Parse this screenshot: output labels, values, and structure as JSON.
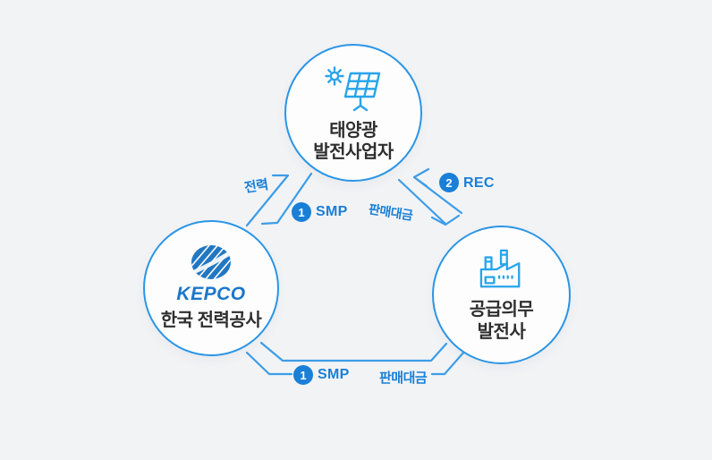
{
  "diagram": {
    "nodes": {
      "solar": {
        "title_line1": "태양광",
        "title_line2": "발전사업자",
        "icon": "solar-panel-icon"
      },
      "kepco": {
        "wordmark": "KEPCO",
        "title": "한국 전력공사",
        "icon": "kepco-logo"
      },
      "obligated": {
        "title_line1": "공급의무",
        "title_line2": "발전사",
        "icon": "factory-icon"
      }
    },
    "edges": {
      "solar_kepco": {
        "power_label": "전력",
        "badge": "1",
        "smp_label": "SMP"
      },
      "solar_obligated": {
        "badge": "2",
        "rec_label": "REC",
        "payment_label": "판매대금"
      },
      "kepco_obligated": {
        "badge": "1",
        "smp_label": "SMP",
        "payment_label": "판매대금"
      }
    },
    "colors": {
      "background": "#f2f3f5",
      "circle_border": "#2b95e5",
      "line_blue": "#3c9de8",
      "label_blue": "#1a7fd6",
      "icon_blue": "#27a4ea",
      "kepco_blue": "#1b76c9",
      "text_dark": "#2e2e2e"
    }
  }
}
